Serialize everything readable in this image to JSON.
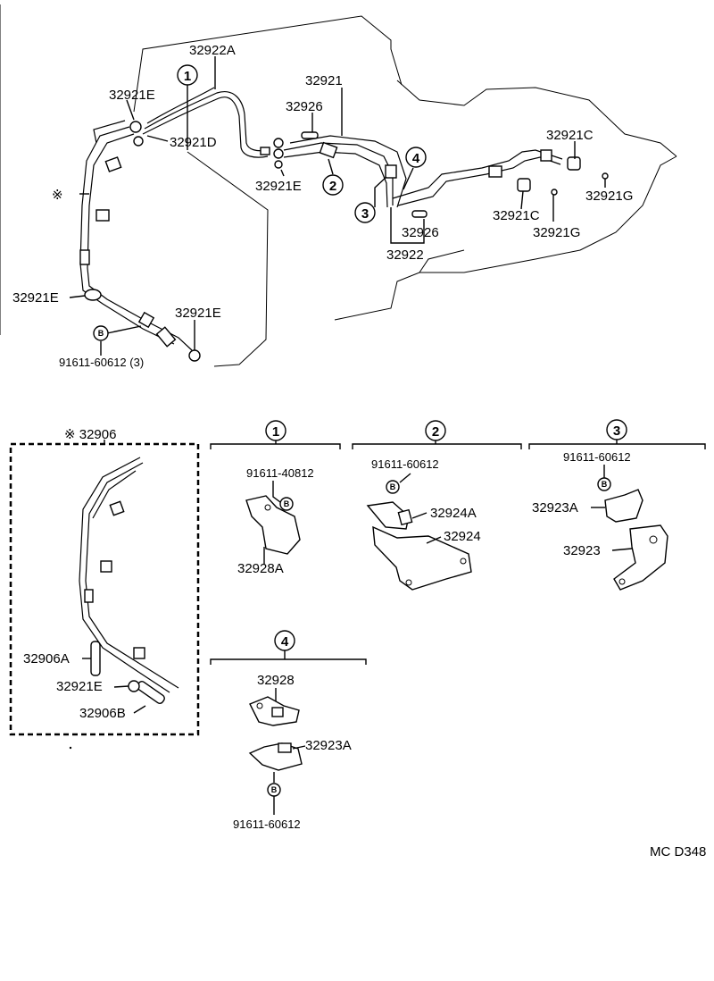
{
  "diagram_id": "MC  D348",
  "main_labels": {
    "p32922A": "32922A",
    "p32921_top": "32921",
    "p32926_top": "32926",
    "p32921E_a": "32921E",
    "p32921D": "32921D",
    "p32921E_b": "32921E",
    "p32921C_a": "32921C",
    "p32921C_b": "32921C",
    "p32921G_a": "32921G",
    "p32921G_b": "32921G",
    "p32926_bot": "32926",
    "p32922": "32922",
    "p32921E_c": "32921E",
    "p32921E_d": "32921E",
    "bolt_main": "91611-60612 (3)",
    "asterisk": "※"
  },
  "callouts": {
    "c1": "1",
    "c2": "2",
    "c3": "3",
    "c4": "4",
    "bolt": "B"
  },
  "sub_assemblies": {
    "a32906": {
      "title": "※ 32906",
      "p32906A": "32906A",
      "p32921E": "32921E",
      "p32906B": "32906B"
    },
    "s1": {
      "num": "1",
      "bolt": "91611-40812",
      "part": "32928A"
    },
    "s2": {
      "num": "2",
      "bolt": "91611-60612",
      "partA": "32924A",
      "part": "32924"
    },
    "s3": {
      "num": "3",
      "bolt": "91611-60612",
      "partA": "32923A",
      "part": "32923"
    },
    "s4": {
      "num": "4",
      "part": "32928",
      "partA": "32923A",
      "bolt": "91611-60612"
    }
  }
}
